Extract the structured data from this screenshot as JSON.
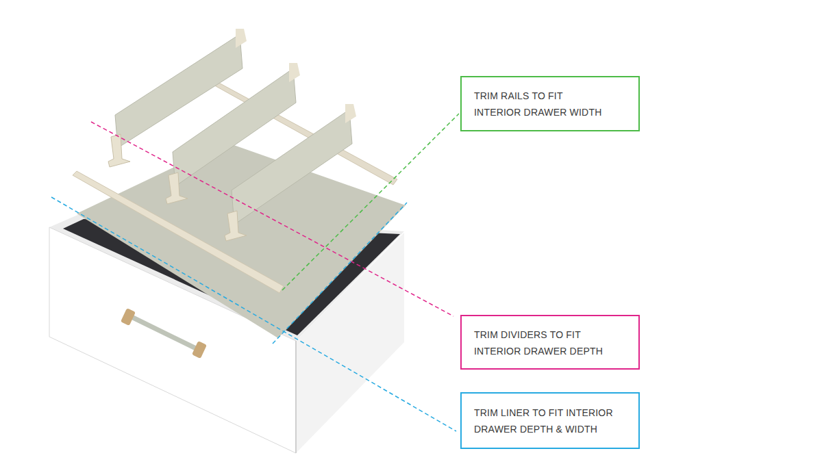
{
  "diagram": {
    "nodes": [
      {
        "text": [
          "TRIM RAILS TO FIT INTERIOR DRAWER WIDTH"
        ]
      },
      {
        "text": [
          "TRIM DIVIDERS TO FIT INTERIOR DRAWER DEPTH"
        ]
      },
      {
        "text": [
          "TRIM LINER TO FIT INTERIOR DRAWER DEPTH & WIDTH"
        ]
      }
    ]
  }
}
